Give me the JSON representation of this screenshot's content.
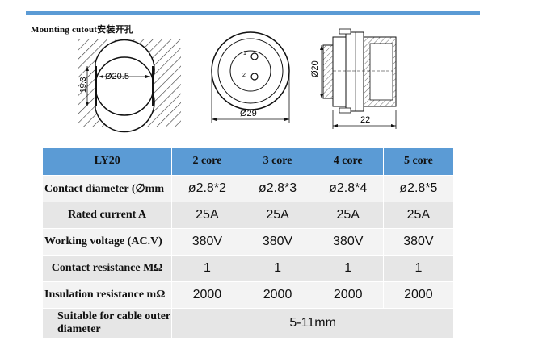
{
  "drawing": {
    "mounting_label": "Mounting cutout安装开孔",
    "cutout_diameter": "Ø20.5",
    "cutout_flat": "19.3",
    "front_diameter": "Ø29",
    "pin_label_1": "1",
    "pin_label_2": "2",
    "side_diameter": "Ø20",
    "side_length": "22"
  },
  "table": {
    "header": [
      "LY20",
      "2 core",
      "3 core",
      "4 core",
      "5 core"
    ],
    "rows": [
      {
        "label": "Contact diameter (∅mm",
        "values": [
          "ø2.8*2",
          "ø2.8*3",
          "ø2.8*4",
          "ø2.8*5"
        ]
      },
      {
        "label": "Rated current A",
        "values": [
          "25A",
          "25A",
          "25A",
          "25A"
        ]
      },
      {
        "label": "Working voltage (AC.V)",
        "values": [
          "380V",
          "380V",
          "380V",
          "380V"
        ]
      },
      {
        "label": "Contact resistance MΩ",
        "values": [
          "1",
          "1",
          "1",
          "1"
        ]
      },
      {
        "label": "Insulation resistance mΩ",
        "values": [
          "2000",
          "2000",
          "2000",
          "2000"
        ]
      }
    ],
    "last_row": {
      "label": "Suitable for cable outer diameter",
      "value": "5-11mm"
    }
  }
}
